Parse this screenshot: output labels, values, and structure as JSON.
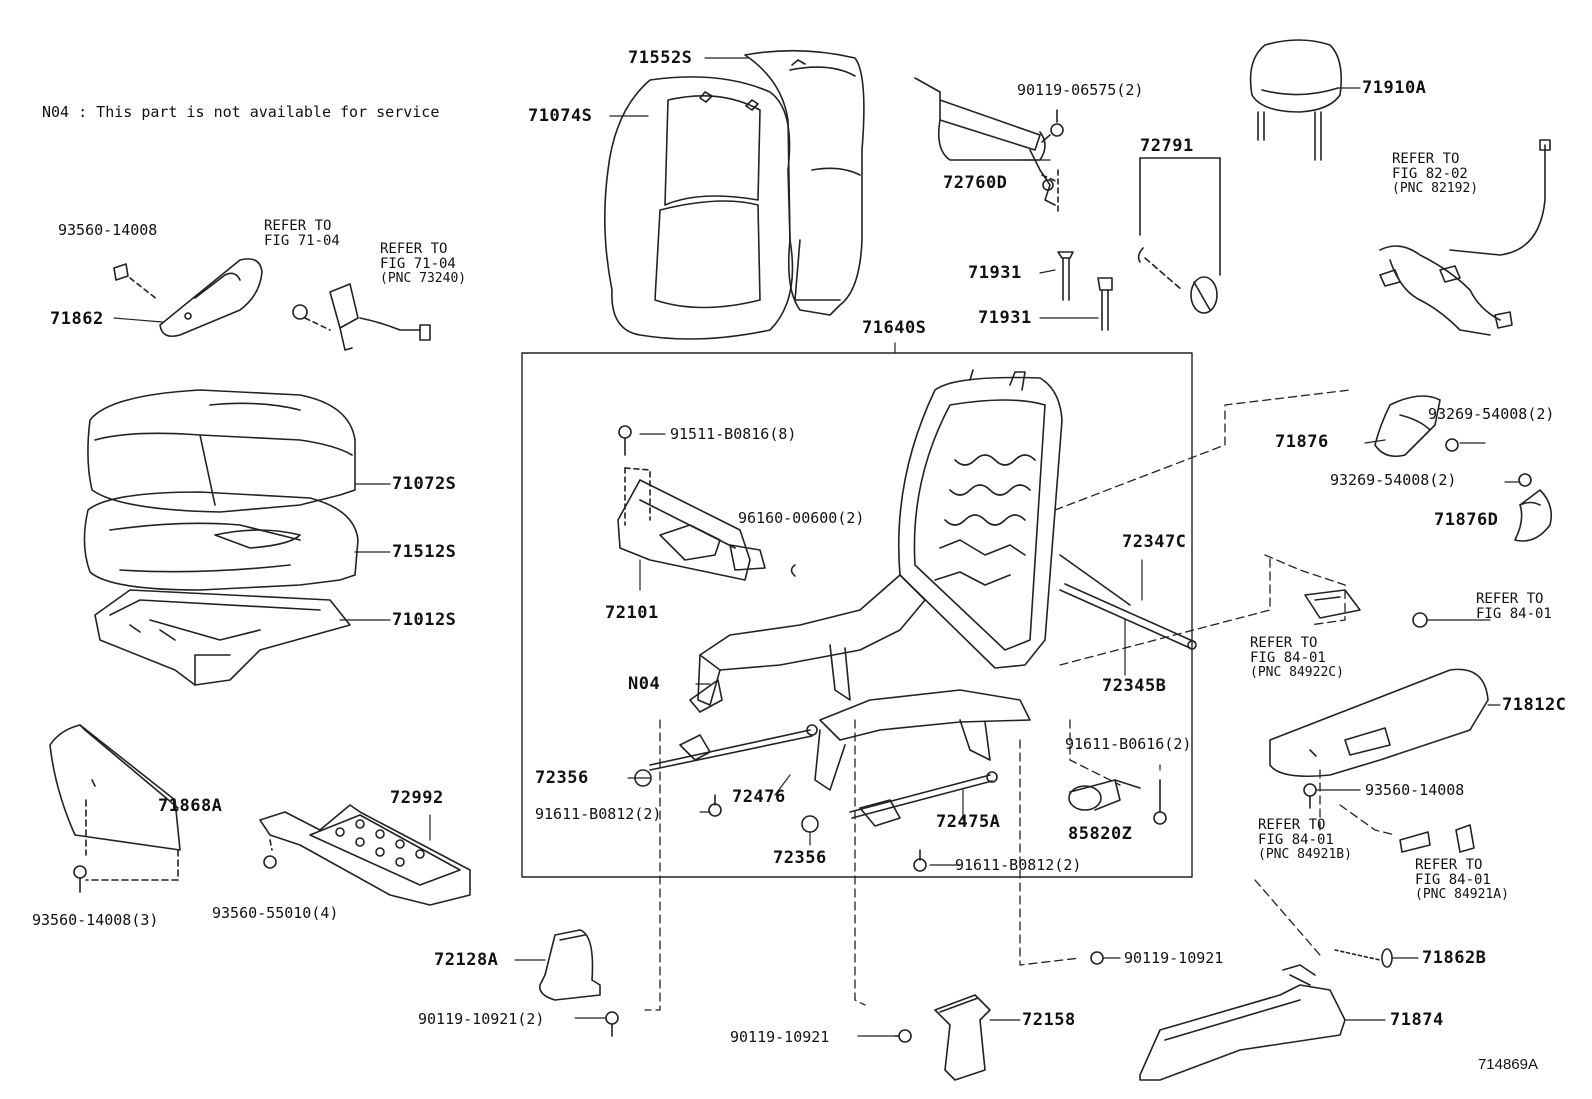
{
  "note": "N04 : This part is not available for service",
  "figure_id": "714869A",
  "parts": {
    "p71552S": "71552S",
    "p71074S": "71074S",
    "p90119_06575": "90119-06575(2)",
    "p71910A": "71910A",
    "p72760D": "72760D",
    "p72791": "72791",
    "p93560_14008_a": "93560-14008",
    "p71862": "71862",
    "p71931_a": "71931",
    "p71931_b": "71931",
    "p71640S": "71640S",
    "p71072S": "71072S",
    "p71512S": "71512S",
    "p71012S": "71012S",
    "p91511_B0816": "91511-B0816(8)",
    "p96160_00600": "96160-00600(2)",
    "p72101": "72101",
    "pN04": "N04",
    "p72347C": "72347C",
    "p72345B": "72345B",
    "p71876": "71876",
    "p93269_54008_a": "93269-54008(2)",
    "p93269_54008_b": "93269-54008(2)",
    "p71876D": "71876D",
    "p71812C": "71812C",
    "p93560_14008_b": "93560-14008",
    "p72356_a": "72356",
    "p72476": "72476",
    "p91611_B0812_a": "91611-B0812(2)",
    "p72356_b": "72356",
    "p72475A": "72475A",
    "p91611_B0616": "91611-B0616(2)",
    "p85820Z": "85820Z",
    "p91611_B0812_b": "91611-B0812(2)",
    "p71868A": "71868A",
    "p72992": "72992",
    "p93560_14008_3": "93560-14008(3)",
    "p93560_55010": "93560-55010(4)",
    "p72128A": "72128A",
    "p90119_10921_2": "90119-10921(2)",
    "p90119_10921_a": "90119-10921",
    "p72158": "72158",
    "p90119_10921_b": "90119-10921",
    "p71862B": "71862B",
    "p71874": "71874"
  },
  "refs": {
    "r71_04_a": [
      "REFER TO",
      "FIG 71-04"
    ],
    "r71_04_b": [
      "REFER TO",
      "FIG 71-04",
      "(PNC 73240)"
    ],
    "r82_02": [
      "REFER TO",
      "FIG 82-02",
      "(PNC 82192)"
    ],
    "r84_01_a": [
      "REFER TO",
      "FIG 84-01"
    ],
    "r84_01_b": [
      "REFER TO",
      "FIG 84-01",
      "(PNC 84922C)"
    ],
    "r84_01_c": [
      "REFER TO",
      "FIG 84-01",
      "(PNC 84921B)"
    ],
    "r84_01_d": [
      "REFER TO",
      "FIG 84-01",
      "(PNC 84921A)"
    ]
  }
}
